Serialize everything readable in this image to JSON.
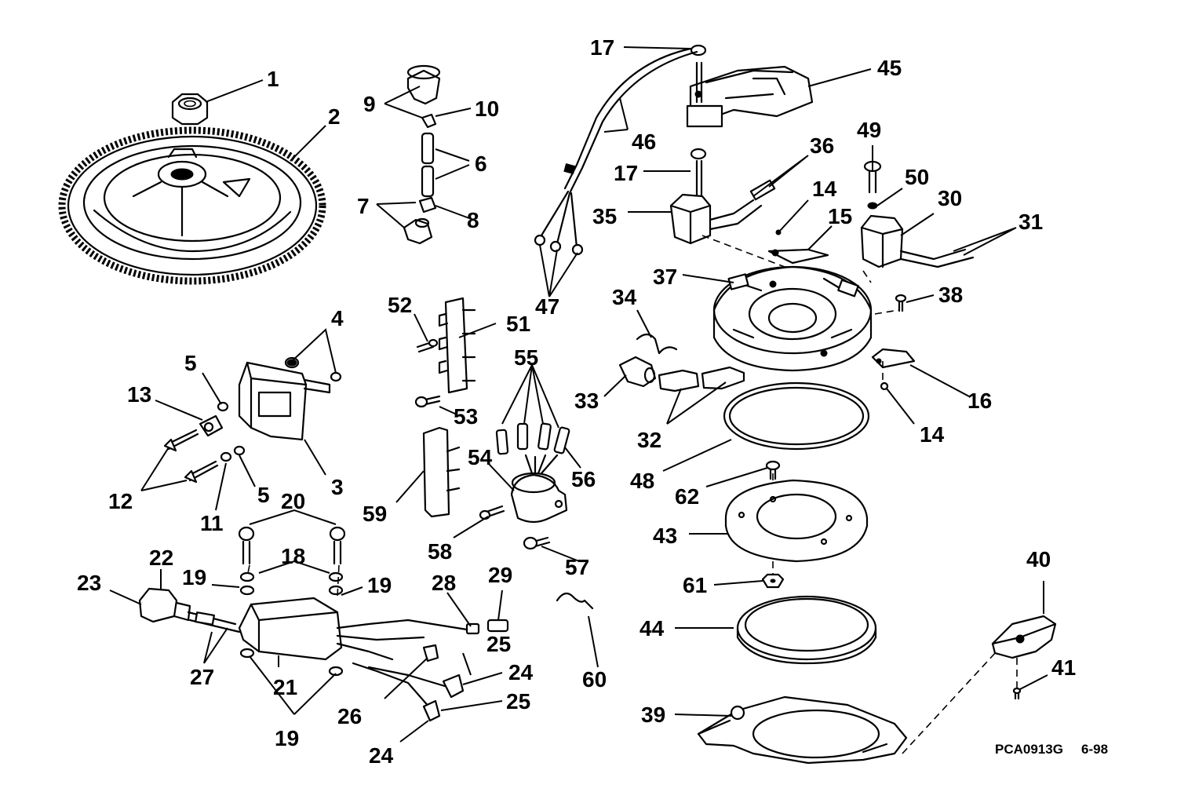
{
  "labels": {
    "l1": "1",
    "l2": "2",
    "l3": "3",
    "l4": "4",
    "l5a": "5",
    "l5b": "5",
    "l6": "6",
    "l7": "7",
    "l8": "8",
    "l9": "9",
    "l10": "10",
    "l11": "11",
    "l12": "12",
    "l13": "13",
    "l14a": "14",
    "l14b": "14",
    "l15": "15",
    "l16": "16",
    "l17a": "17",
    "l17b": "17",
    "l18": "18",
    "l19a": "19",
    "l19b": "19",
    "l19c": "19",
    "l20": "20",
    "l21": "21",
    "l22": "22",
    "l23": "23",
    "l24a": "24",
    "l24b": "24",
    "l25a": "25",
    "l25b": "25",
    "l26": "26",
    "l27": "27",
    "l28": "28",
    "l29": "29",
    "l30": "30",
    "l31": "31",
    "l32": "32",
    "l33": "33",
    "l34": "34",
    "l35": "35",
    "l36": "36",
    "l37": "37",
    "l38": "38",
    "l39": "39",
    "l40": "40",
    "l41": "41",
    "l43": "43",
    "l44": "44",
    "l45": "45",
    "l46": "46",
    "l47": "47",
    "l48": "48",
    "l49": "49",
    "l50": "50",
    "l51": "51",
    "l52": "52",
    "l53": "53",
    "l54": "54",
    "l55": "55",
    "l56": "56",
    "l57": "57",
    "l58": "58",
    "l59": "59",
    "l60": "60",
    "l61": "61",
    "l62": "62"
  },
  "footer": {
    "code": "PCA0913G",
    "date": "6-98"
  }
}
